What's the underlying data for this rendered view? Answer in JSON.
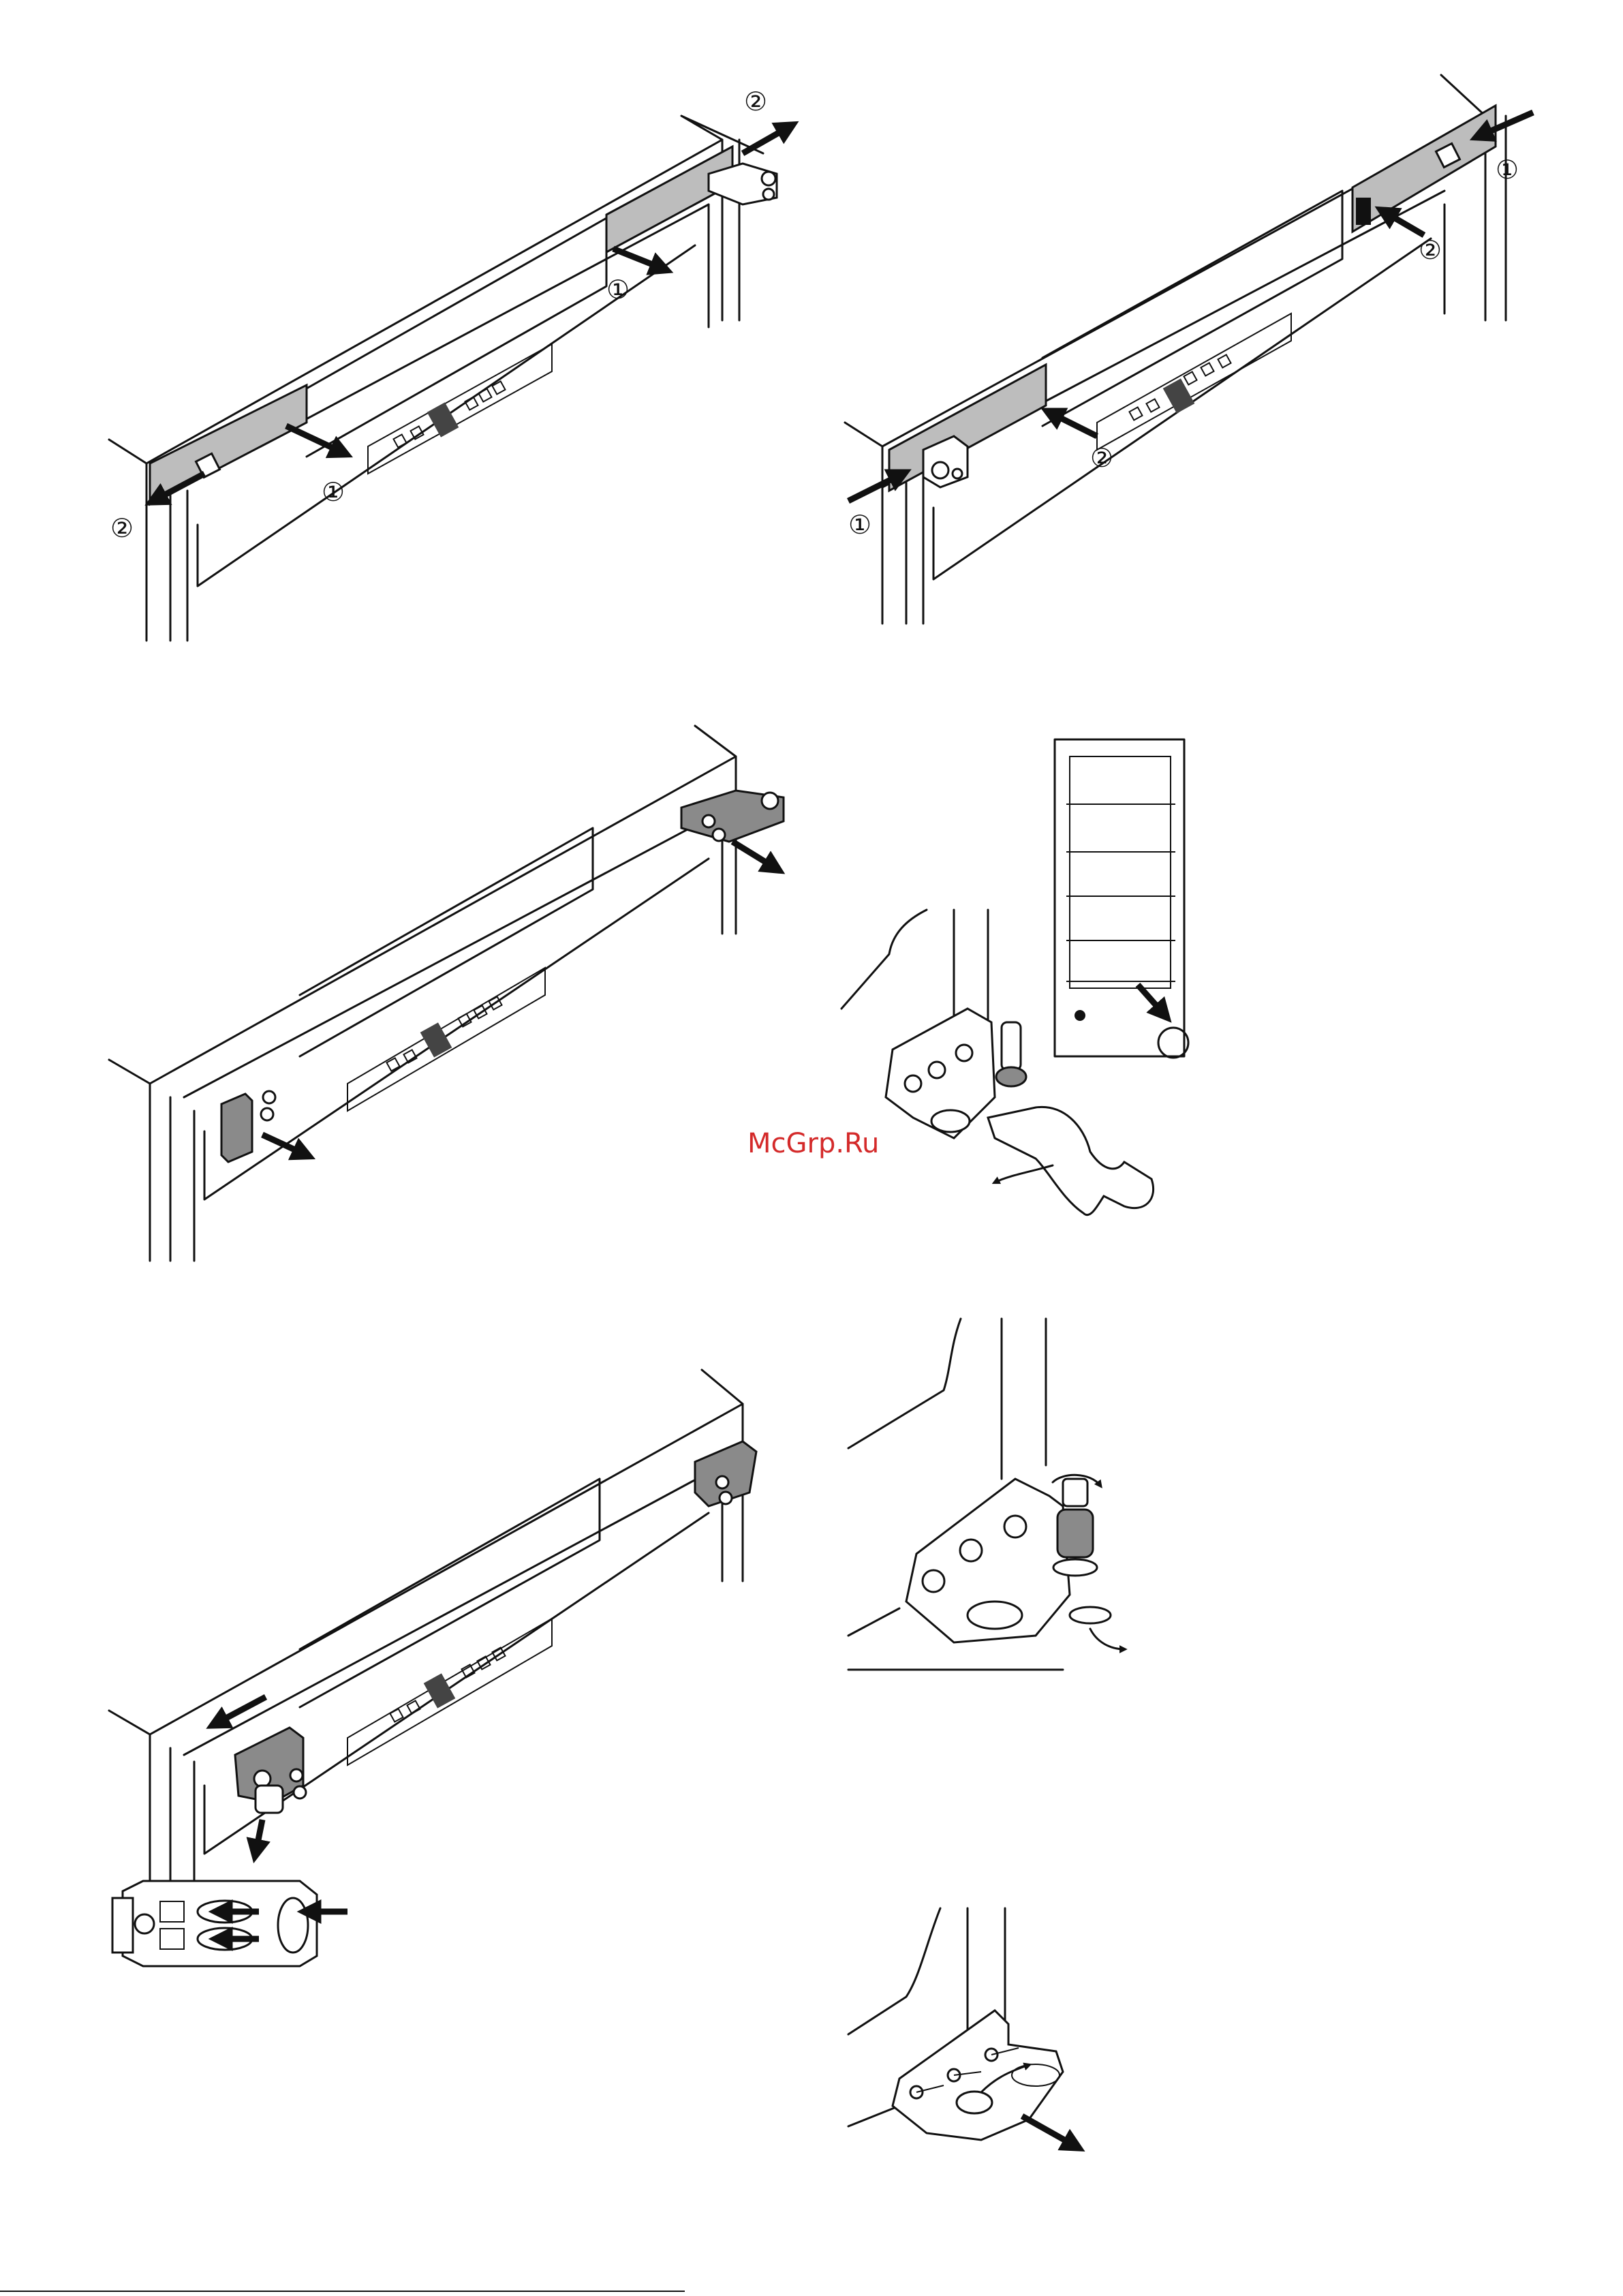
{
  "figures": [
    {
      "id": "fig-1",
      "callouts": [
        "②",
        "①",
        "①",
        "②"
      ]
    },
    {
      "id": "fig-2",
      "callouts": [
        "①",
        "②",
        "②",
        "①"
      ]
    },
    {
      "id": "fig-3",
      "callouts": []
    },
    {
      "id": "fig-4",
      "callouts": []
    },
    {
      "id": "fig-5",
      "callouts": []
    },
    {
      "id": "fig-6",
      "callouts": []
    },
    {
      "id": "fig-7",
      "callouts": []
    }
  ],
  "watermark": "McGrp.Ru",
  "colors": {
    "line": "#111111",
    "panel": "#bdbdbd",
    "watermark": "#d42a2a"
  }
}
